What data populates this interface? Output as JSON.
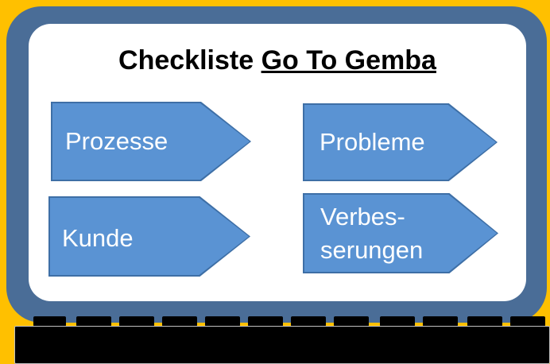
{
  "title": {
    "prefix": "Checkliste ",
    "underlined": "Go To Gemba"
  },
  "arrows": {
    "prozesse": "Prozesse",
    "probleme": "Probleme",
    "kunde": "Kunde",
    "verbesserungen_line1": "Verbes-",
    "verbesserungen_line2": "serungen"
  },
  "colors": {
    "background": "#ffc000",
    "frame": "#4a6d97",
    "arrow_fill": "#5a93d3",
    "text_on_arrow": "#ffffff"
  }
}
